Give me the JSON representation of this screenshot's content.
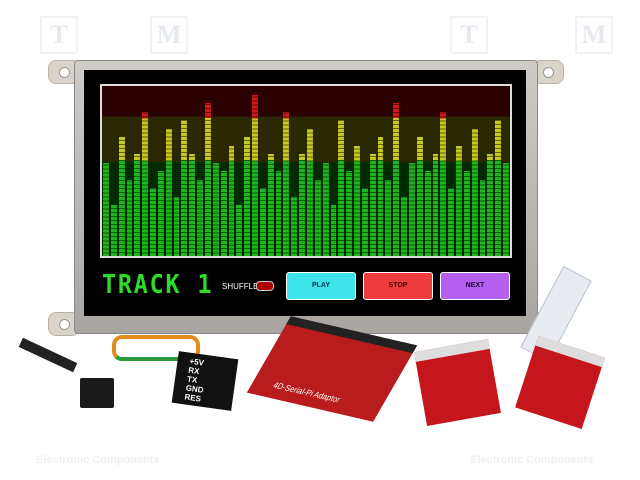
{
  "watermark": {
    "text": "Electronic Components",
    "logo": "TME"
  },
  "display": {
    "track_label": "TRACK 1",
    "shuffle_label": "SHUFFLE",
    "shuffle_on": true,
    "buttons": [
      {
        "label": "PLAY",
        "color": "#3fe3ea"
      },
      {
        "label": "STOP",
        "color": "#ee3c3c"
      },
      {
        "label": "NEXT",
        "color": "#b65ff0"
      }
    ],
    "equalizer_levels": [
      0.55,
      0.3,
      0.7,
      0.45,
      0.6,
      0.85,
      0.4,
      0.5,
      0.75,
      0.35,
      0.8,
      0.6,
      0.45,
      0.9,
      0.55,
      0.5,
      0.65,
      0.3,
      0.7,
      0.95,
      0.4,
      0.6,
      0.5,
      0.85,
      0.35,
      0.6,
      0.75,
      0.45,
      0.55,
      0.3,
      0.8,
      0.5,
      0.65,
      0.4,
      0.6,
      0.7,
      0.45,
      0.9,
      0.35,
      0.55,
      0.7,
      0.5,
      0.6,
      0.85,
      0.4,
      0.65,
      0.5,
      0.75,
      0.45,
      0.6,
      0.8,
      0.55
    ]
  },
  "accessories": {
    "cable_pins": [
      "+5V",
      "RX",
      "TX",
      "GND",
      "RES"
    ],
    "adaptor_label": "4D-Serial-Pi Adaptor"
  }
}
